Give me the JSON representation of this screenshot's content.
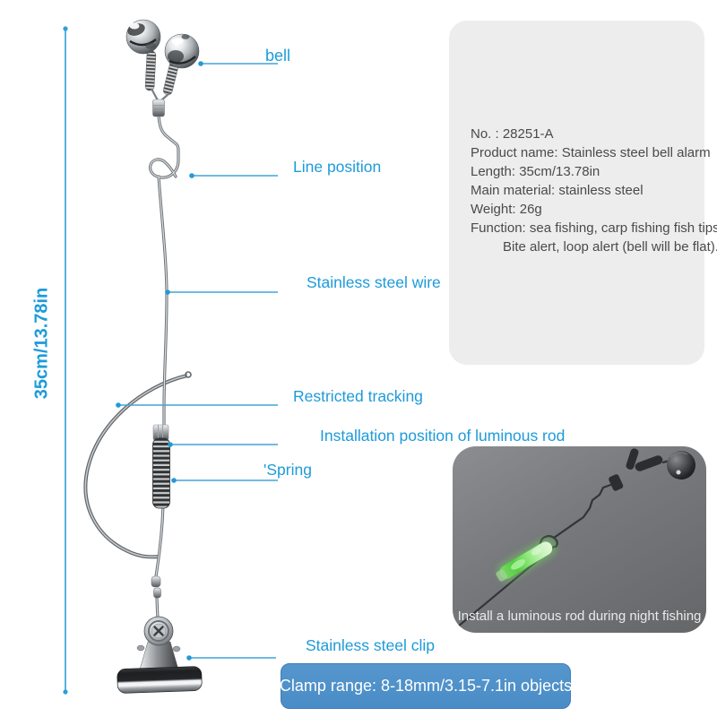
{
  "colors": {
    "accent_blue": "#1d9bd9",
    "leader_blue": "#43a4d7",
    "button_blue": "#4f90c8",
    "spec_box_bg": "#ededed",
    "night_photo_bg": "#737578",
    "luminous_rod_green": "#6ee857"
  },
  "dimension_label": "35cm/13.78in",
  "callouts": {
    "bell": "bell",
    "line_position": "Line position",
    "stainless_steel_wire": "Stainless steel wire",
    "restricted_tracking": "Restricted tracking",
    "installation_position": "Installation position of luminous rod",
    "spring": "'Spring",
    "stainless_steel_clip": "Stainless steel clip"
  },
  "spec_box": {
    "lines": [
      "No. : 28251-A",
      "Product name: Stainless steel bell alarm",
      "Length: 35cm/13.78in",
      "Main material: stainless steel",
      "Weight: 26g",
      "Function: sea fishing, carp fishing fish tips,",
      "Bite alert, loop alert (bell will be flat)."
    ]
  },
  "night_photo": {
    "caption": "Install a luminous rod during night fishing"
  },
  "clamp_banner": {
    "label": "Clamp range: 8-18mm/3.15-7.1in objects"
  }
}
